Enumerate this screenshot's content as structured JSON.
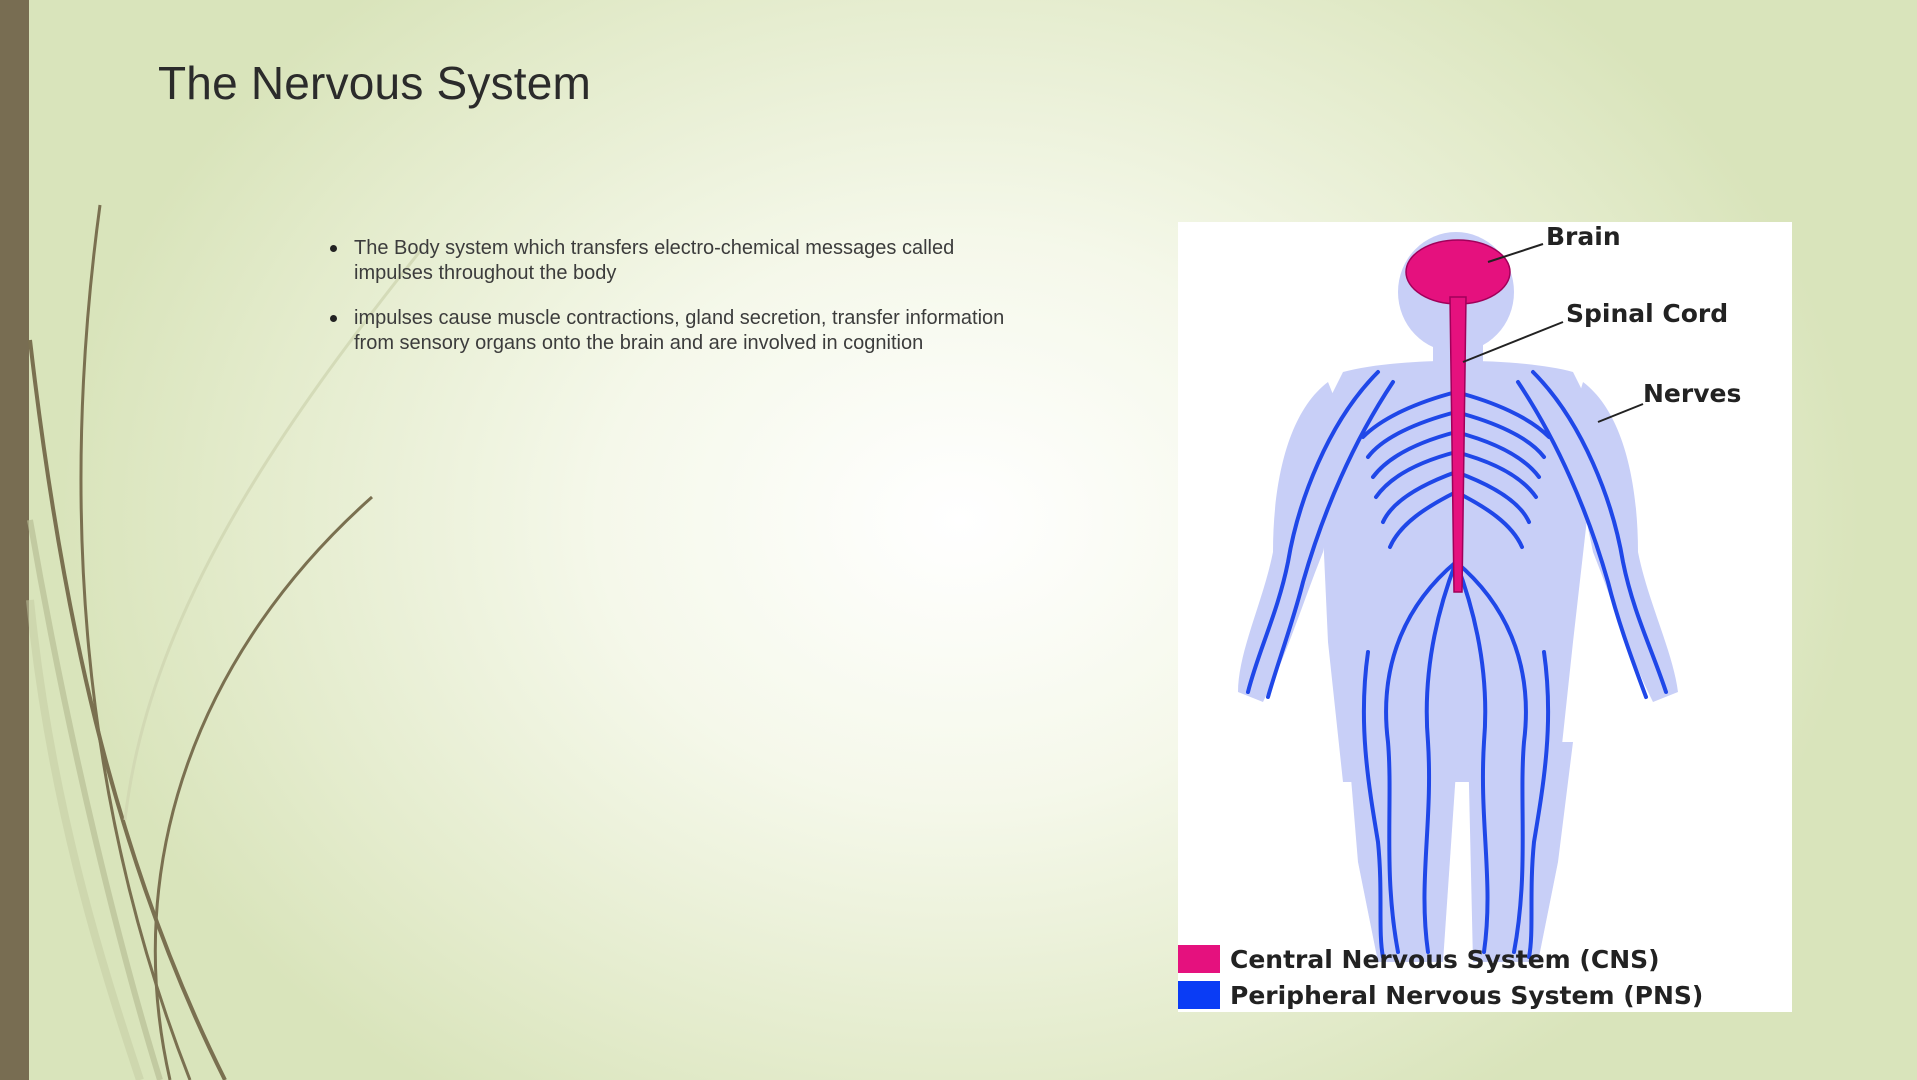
{
  "slide": {
    "title": "The Nervous System",
    "bullets": [
      "The Body system which transfers electro-chemical messages called impulses throughout the body",
      "impulses cause muscle contractions, gland secretion, transfer information from sensory organs onto the brain and are involved in cognition"
    ]
  },
  "diagram": {
    "labels": {
      "brain": "Brain",
      "spinal_cord": "Spinal Cord",
      "nerves": "Nerves"
    },
    "legend": [
      {
        "label": "Central Nervous System (CNS)",
        "color": "#e5117e"
      },
      {
        "label": "Peripheral Nervous System (PNS)",
        "color": "#0a3cf5"
      }
    ]
  },
  "colors": {
    "accent_bar": "#786d52",
    "body_fill": "#c8cff7",
    "nerve": "#1f47e8",
    "cns": "#e5117e"
  }
}
